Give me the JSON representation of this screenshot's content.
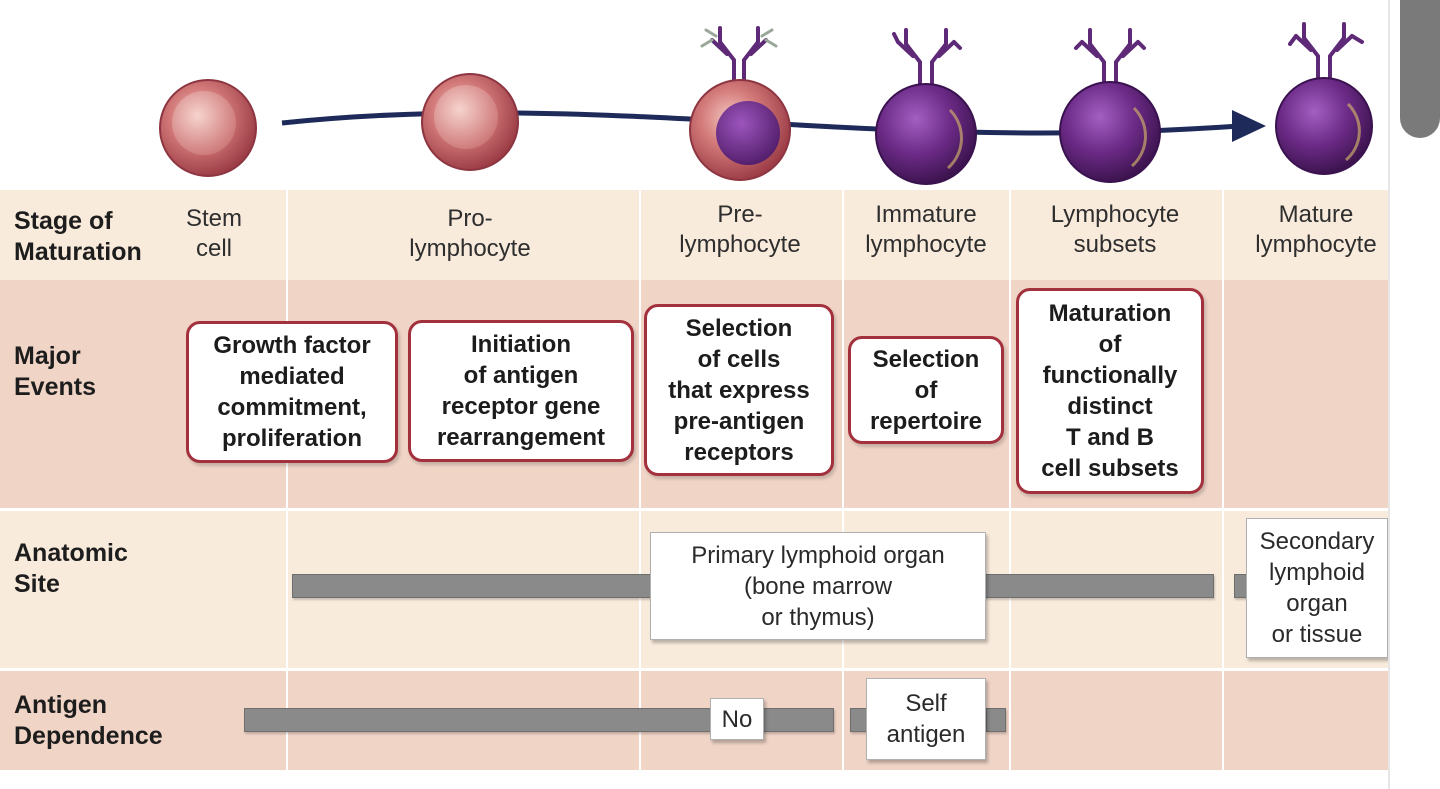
{
  "row_labels": {
    "stage": "Stage of\nMaturation",
    "events": "Major\nEvents",
    "site": "Anatomic\nSite",
    "antigen": "Antigen\nDependence"
  },
  "stages": [
    "Stem\ncell",
    "Pro-\nlymphocyte",
    "Pre-\nlymphocyte",
    "Immature\nlymphocyte",
    "Lymphocyte\nsubsets",
    "Mature\nlymphocyte"
  ],
  "events": [
    "Growth factor\nmediated\ncommitment,\nproliferation",
    "Initiation\nof antigen\nreceptor gene\nrearrangement",
    "Selection\nof cells\nthat express\npre-antigen\nreceptors",
    "Selection\nof\nrepertoire",
    "Maturation\nof\nfunctionally\ndistinct\nT and B\ncell subsets"
  ],
  "anatomic_site": {
    "primary": "Primary lymphoid organ\n(bone marrow\nor thymus)",
    "secondary": "Secondary\nlymphoid\norgan\nor tissue"
  },
  "antigen_dependence": {
    "no": "No",
    "self": "Self\nantigen"
  },
  "colors": {
    "cream_band": "#f9ebdc",
    "rose_band": "#f0d4c6",
    "event_border": "#a3303d",
    "early_cell": "#c25a5e",
    "late_cell": "#6b2a86",
    "arrow": "#1e2a5a",
    "bar": "#8a8a8a"
  }
}
